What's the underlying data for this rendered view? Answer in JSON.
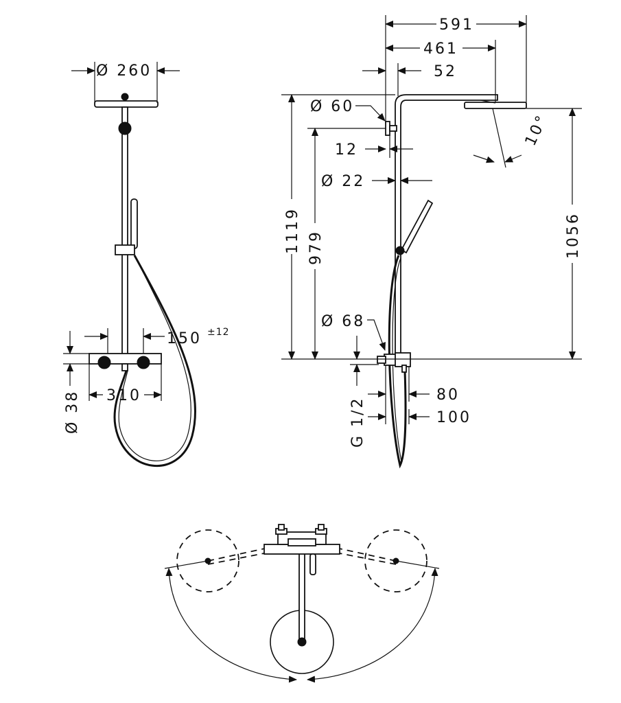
{
  "front_view": {
    "head_diameter": "Ø 260",
    "mixer_width": "310",
    "spacing": "150",
    "spacing_tolerance": "±12",
    "mixer_diameter": "Ø 38"
  },
  "side_view": {
    "total_reach": "591",
    "head_reach": "461",
    "wall_offset": "52",
    "bracket_diameter": "Ø 60",
    "bracket_depth": "12",
    "rail_diameter": "Ø 22",
    "total_height": "1119",
    "bracket_height": "979",
    "head_height": "1056",
    "tilt_angle": "10°",
    "connection_diameter": "Ø 68",
    "connection_thread": "G 1/2",
    "mixer_projection": "80",
    "mixer_projection_max": "100"
  }
}
